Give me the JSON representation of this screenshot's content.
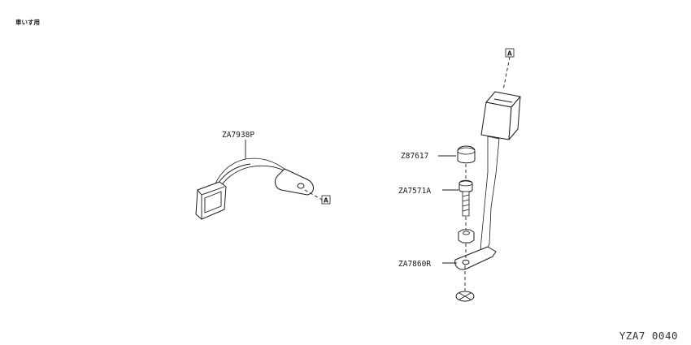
{
  "title": "車いす用",
  "diagram_code": "YZA7  0040",
  "ref_marker": "A",
  "parts": {
    "belt_short": "ZA7938P",
    "cap": "Z87617",
    "bolt": "ZA7571A",
    "bracket": "ZA7860R"
  }
}
